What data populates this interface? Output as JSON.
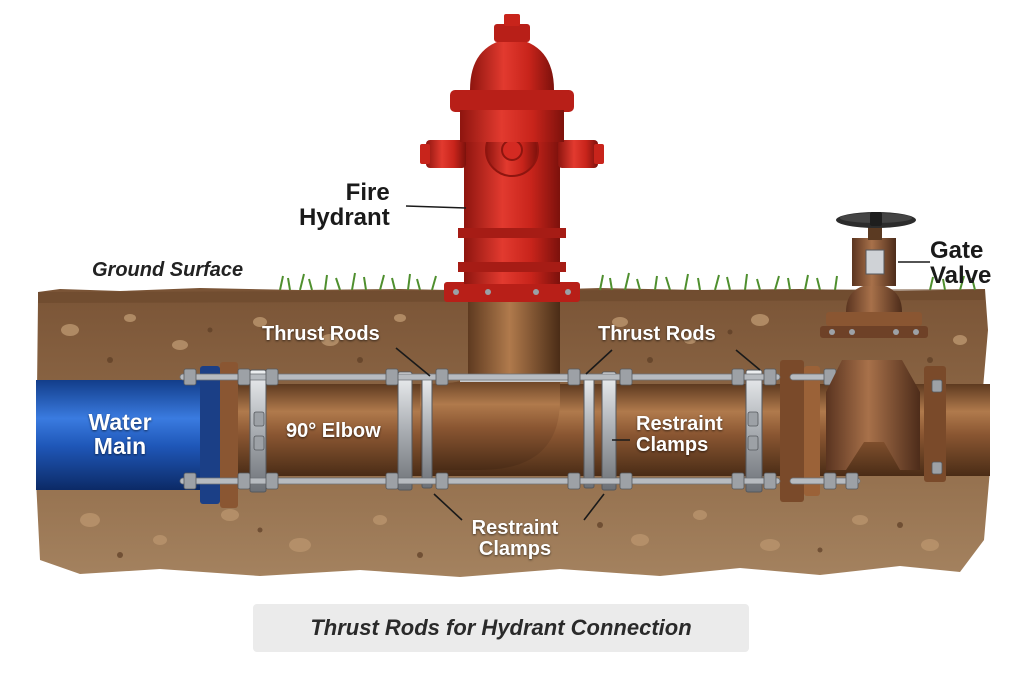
{
  "labels": {
    "fire_hydrant": "Fire\nHydrant",
    "gate_valve": "Gate\nValve",
    "ground_surface": "Ground Surface",
    "thrust_rods_left": "Thrust Rods",
    "thrust_rods_right": "Thrust Rods",
    "water_main": "Water\nMain",
    "elbow": "90° Elbow",
    "restraint_clamps_right": "Restraint\nClamps",
    "restraint_clamps_bottom": "Restraint\nClamps"
  },
  "caption": "Thrust Rods for Hydrant Connection",
  "colors": {
    "hydrant": "#d42a22",
    "pipe": "#8a5632",
    "water_main": "#1f57b8",
    "soil": "#8c6543",
    "grass": "#4f8f2e",
    "steel": "#c9ccd0"
  },
  "icons": [
    "fire-hydrant-icon",
    "gate-valve-icon",
    "handwheel-icon"
  ]
}
